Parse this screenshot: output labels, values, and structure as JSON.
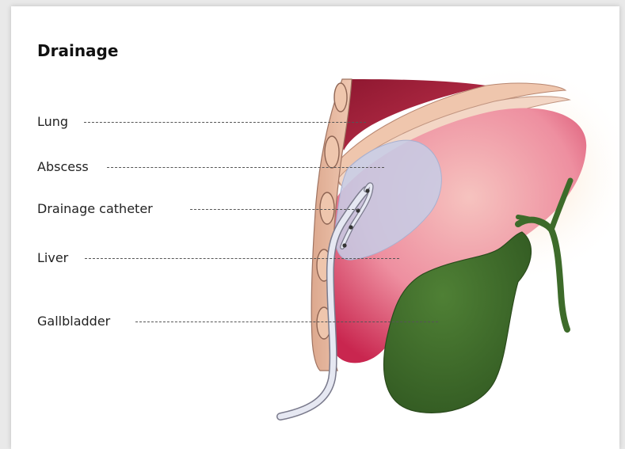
{
  "title": "Drainage",
  "labels": {
    "lung": "Lung",
    "abscess": "Abscess",
    "catheter": "Drainage catheter",
    "liver": "Liver",
    "gallbladder": "Gallbladder"
  },
  "colors": {
    "lung": "#b3243f",
    "liver": "#e9788f",
    "abscess": "#bcc6e0",
    "gallbladder": "#3d6b2a",
    "rib_wall": "#e6b49a",
    "catheter": "#e2e4ee"
  }
}
